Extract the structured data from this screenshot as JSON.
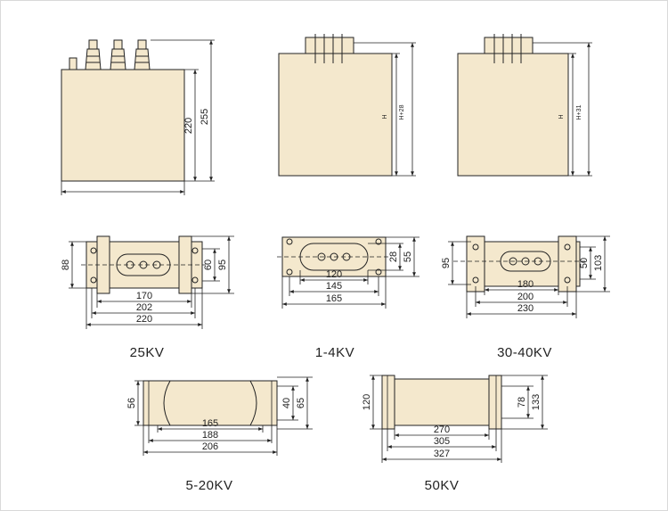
{
  "captions": {
    "c25kv": "25KV",
    "c1_4kv": "1-4KV",
    "c30_40kv": "30-40KV",
    "c5_20kv": "5-20KV",
    "c50kv": "50KV"
  },
  "elevation_25kv": {
    "height_body": "220",
    "height_total": "255"
  },
  "elevation_mid": {
    "h1": "H",
    "h2": "H+28"
  },
  "elevation_right": {
    "h1": "H",
    "h2": "H+31"
  },
  "plan_25kv": {
    "left_height": "88",
    "slot_height": "60",
    "outer_height": "95",
    "w1": "170",
    "w2": "202",
    "w3": "220"
  },
  "plan_1_4kv": {
    "slot_height": "28",
    "outer_height": "55",
    "w1": "120",
    "w2": "145",
    "w3": "165"
  },
  "plan_30_40kv": {
    "left_height": "95",
    "slot_height": "50",
    "outer_height": "103",
    "w1": "180",
    "w2": "200",
    "w3": "230"
  },
  "plan_5_20kv": {
    "left_height": "56",
    "slot_height": "40",
    "outer_height": "65",
    "w1": "165",
    "w2": "188",
    "w3": "206"
  },
  "plan_50kv": {
    "left_height": "120",
    "slot_height": "78",
    "outer_height": "133",
    "w1": "270",
    "w2": "305",
    "w3": "327"
  }
}
